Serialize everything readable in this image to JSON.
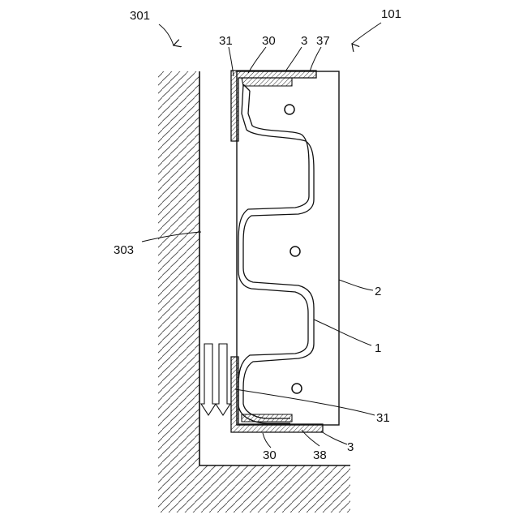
{
  "labels": {
    "ref_301": "301",
    "ref_101": "101",
    "ref_31_top": "31",
    "ref_30_top": "30",
    "ref_3_top": "3",
    "ref_37": "37",
    "ref_303": "303",
    "ref_2": "2",
    "ref_1": "1",
    "ref_31_bottom": "31",
    "ref_30_bottom": "30",
    "ref_38": "38",
    "ref_3_bottom": "3"
  },
  "colors": {
    "line": "#111111",
    "hatch": "#555555",
    "background": "#ffffff"
  }
}
